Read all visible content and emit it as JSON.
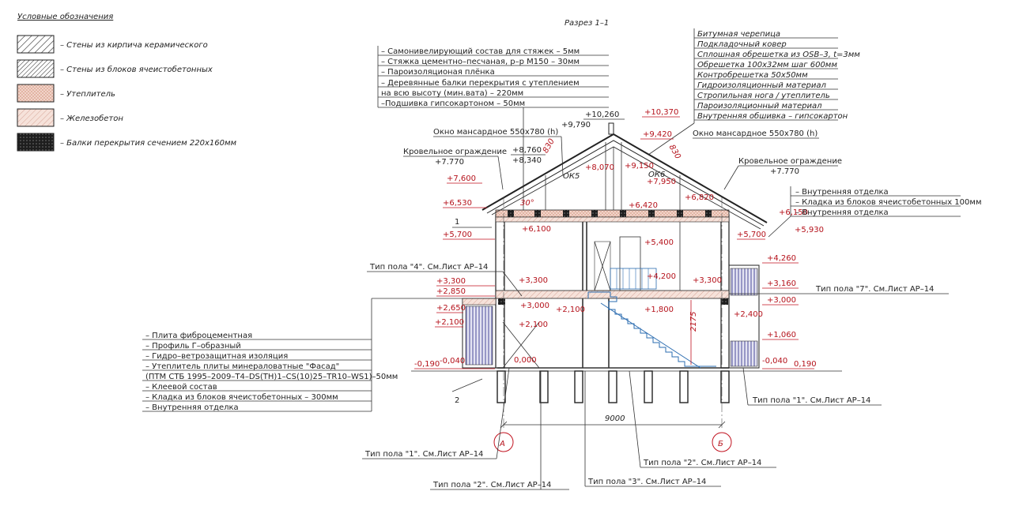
{
  "legend": {
    "title": "Условные обозначения",
    "items": [
      {
        "label": "– Стены из кирпича керамического",
        "pattern": "hatch-brick"
      },
      {
        "label": "– Стены из блоков ячеистобетонных",
        "pattern": "hatch-block"
      },
      {
        "label": "– Утеплитель",
        "pattern": "insulation"
      },
      {
        "label": "– Железобетон",
        "pattern": "concrete"
      },
      {
        "label": "– Балки перекрытия сечением 220х160мм",
        "pattern": "beams"
      }
    ]
  },
  "title": "Разрез 1–1",
  "floor_layers": [
    "– Самонивелирующий состав для стяжек – 5мм",
    "– Стяжка цементно–песчаная, р–р М150 – 30мм",
    "– Пароизоляционая плёнка",
    "– Деревянные балки перекрытия с утеплением",
    "на всю высоту (мин.вата) – 220мм",
    "–Подшивка гипсокартоном – 50мм"
  ],
  "roof_layers": [
    "Битумная черепица",
    "Подкладочный ковер",
    "Сплошная обрешетка из OSB–3, t=3мм",
    "Обрешетка 100х32мм шаг 600мм",
    "Контробрешетка 50х50мм",
    "Гидроизоляционный материал",
    "Стропильная нога / утеплитель",
    "Пароизоляционный материал",
    "Внутренняя обшивка – гипсокартон"
  ],
  "wall_layers": [
    "– Плита фиброцементная",
    "– Профиль Г–образный",
    "– Гидро–ветрозащитная изоляция",
    "– Утеплитель плиты минераловатные \"Фасад\"",
    "(ПТМ СТБ 1995–2009–Т4–DS(TH)1–CS(10)25–TR10–WS1)–50мм",
    "– Клеевой состав",
    "– Кладка из блоков ячеистобетонных – 300мм",
    "– Внутренняя отделка"
  ],
  "right_wall_layers": [
    "– Внутренняя отделка",
    "– Кладка из блоков ячеистобетонных 100мм",
    "– Внутренняя отделка"
  ],
  "labels": {
    "window_left": "Окно мансардное 550х780 (h)",
    "window_right": "Окно мансардное 550х780 (h)",
    "fence_left": "Кровельное ограждение",
    "fence_left_level": "+7.770",
    "fence_right": "Кровельное ограждение",
    "fence_right_level": "+7.770",
    "ok5": "ОК5",
    "ok6": "ОК6",
    "angle": "30°",
    "dim_830_left": "830",
    "dim_830_right": "830",
    "span": "9000",
    "stair_height": "2175",
    "axis_a": "А",
    "axis_b": "Б",
    "section_1": "1",
    "section_2": "2"
  },
  "floor_types": [
    "Тип пола \"4\". См.Лист АР–14",
    "Тип пола \"7\". См.Лист АР–14",
    "Тип пола \"1\". См.Лист АР–14",
    "Тип пола \"1\". См.Лист АР–14",
    "Тип пола \"2\". См.Лист АР–14",
    "Тип пола \"2\". См.Лист АР–14",
    "Тип пола \"3\". См.Лист АР–14"
  ],
  "levels_red": [
    "+10,370",
    "+9,420",
    "+8,070",
    "+9,150",
    "+7,950",
    "+7,600",
    "+6,820",
    "+6,530",
    "+6,420",
    "+6,150",
    "+6,100",
    "+5,930",
    "+5,700",
    "+5,700",
    "+5,400",
    "+4,260",
    "+4,200",
    "+3,300",
    "+3,300",
    "+3,300",
    "+3,160",
    "+3,000",
    "+3,000",
    "+2,850",
    "+2,650",
    "+2,400",
    "+2,100",
    "+2,100",
    "+2,100",
    "+1,800",
    "+1,060",
    "-0,190",
    "0,190",
    "-0,040",
    "-0,040",
    "0,000"
  ],
  "levels_black": [
    "+10,260",
    "+9,790",
    "+8,760",
    "+8,340"
  ]
}
